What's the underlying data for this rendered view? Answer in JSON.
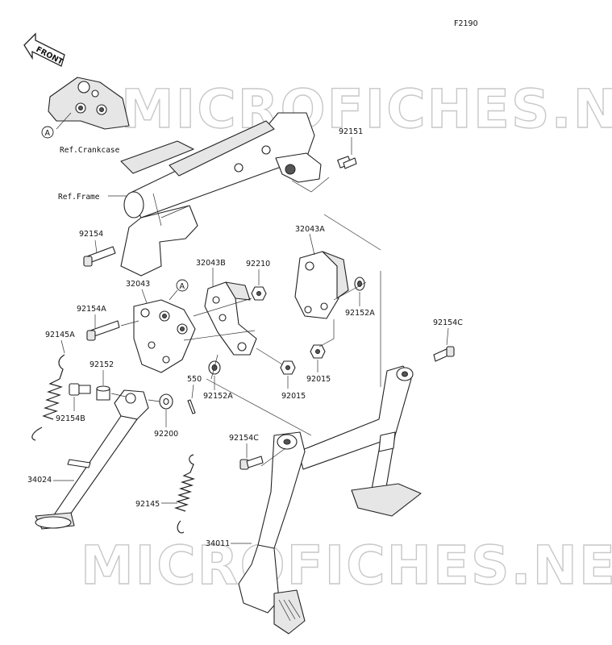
{
  "figure_code": "F2190",
  "front_label": "FRONT",
  "watermark_text": "MICROFICHES.NET",
  "refs": {
    "crankcase": "Ref.Crankcase",
    "frame": "Ref.Frame",
    "circle_a": "A"
  },
  "part_labels": {
    "p92151": "92151",
    "p92154": "92154",
    "p32043A": "32043A",
    "p32043B": "32043B",
    "p92210": "92210",
    "p32043": "32043",
    "p92154A": "92154A",
    "p92152A_right": "92152A",
    "p92154C_right": "92154C",
    "p92145A": "92145A",
    "p92152": "92152",
    "p550": "550",
    "p92152A_mid": "92152A",
    "p92015_a": "92015",
    "p92015_b": "92015",
    "p92154B": "92154B",
    "p92200": "92200",
    "p92154C_mid": "92154C",
    "p34024": "34024",
    "p92145": "92145",
    "p34011": "34011"
  }
}
